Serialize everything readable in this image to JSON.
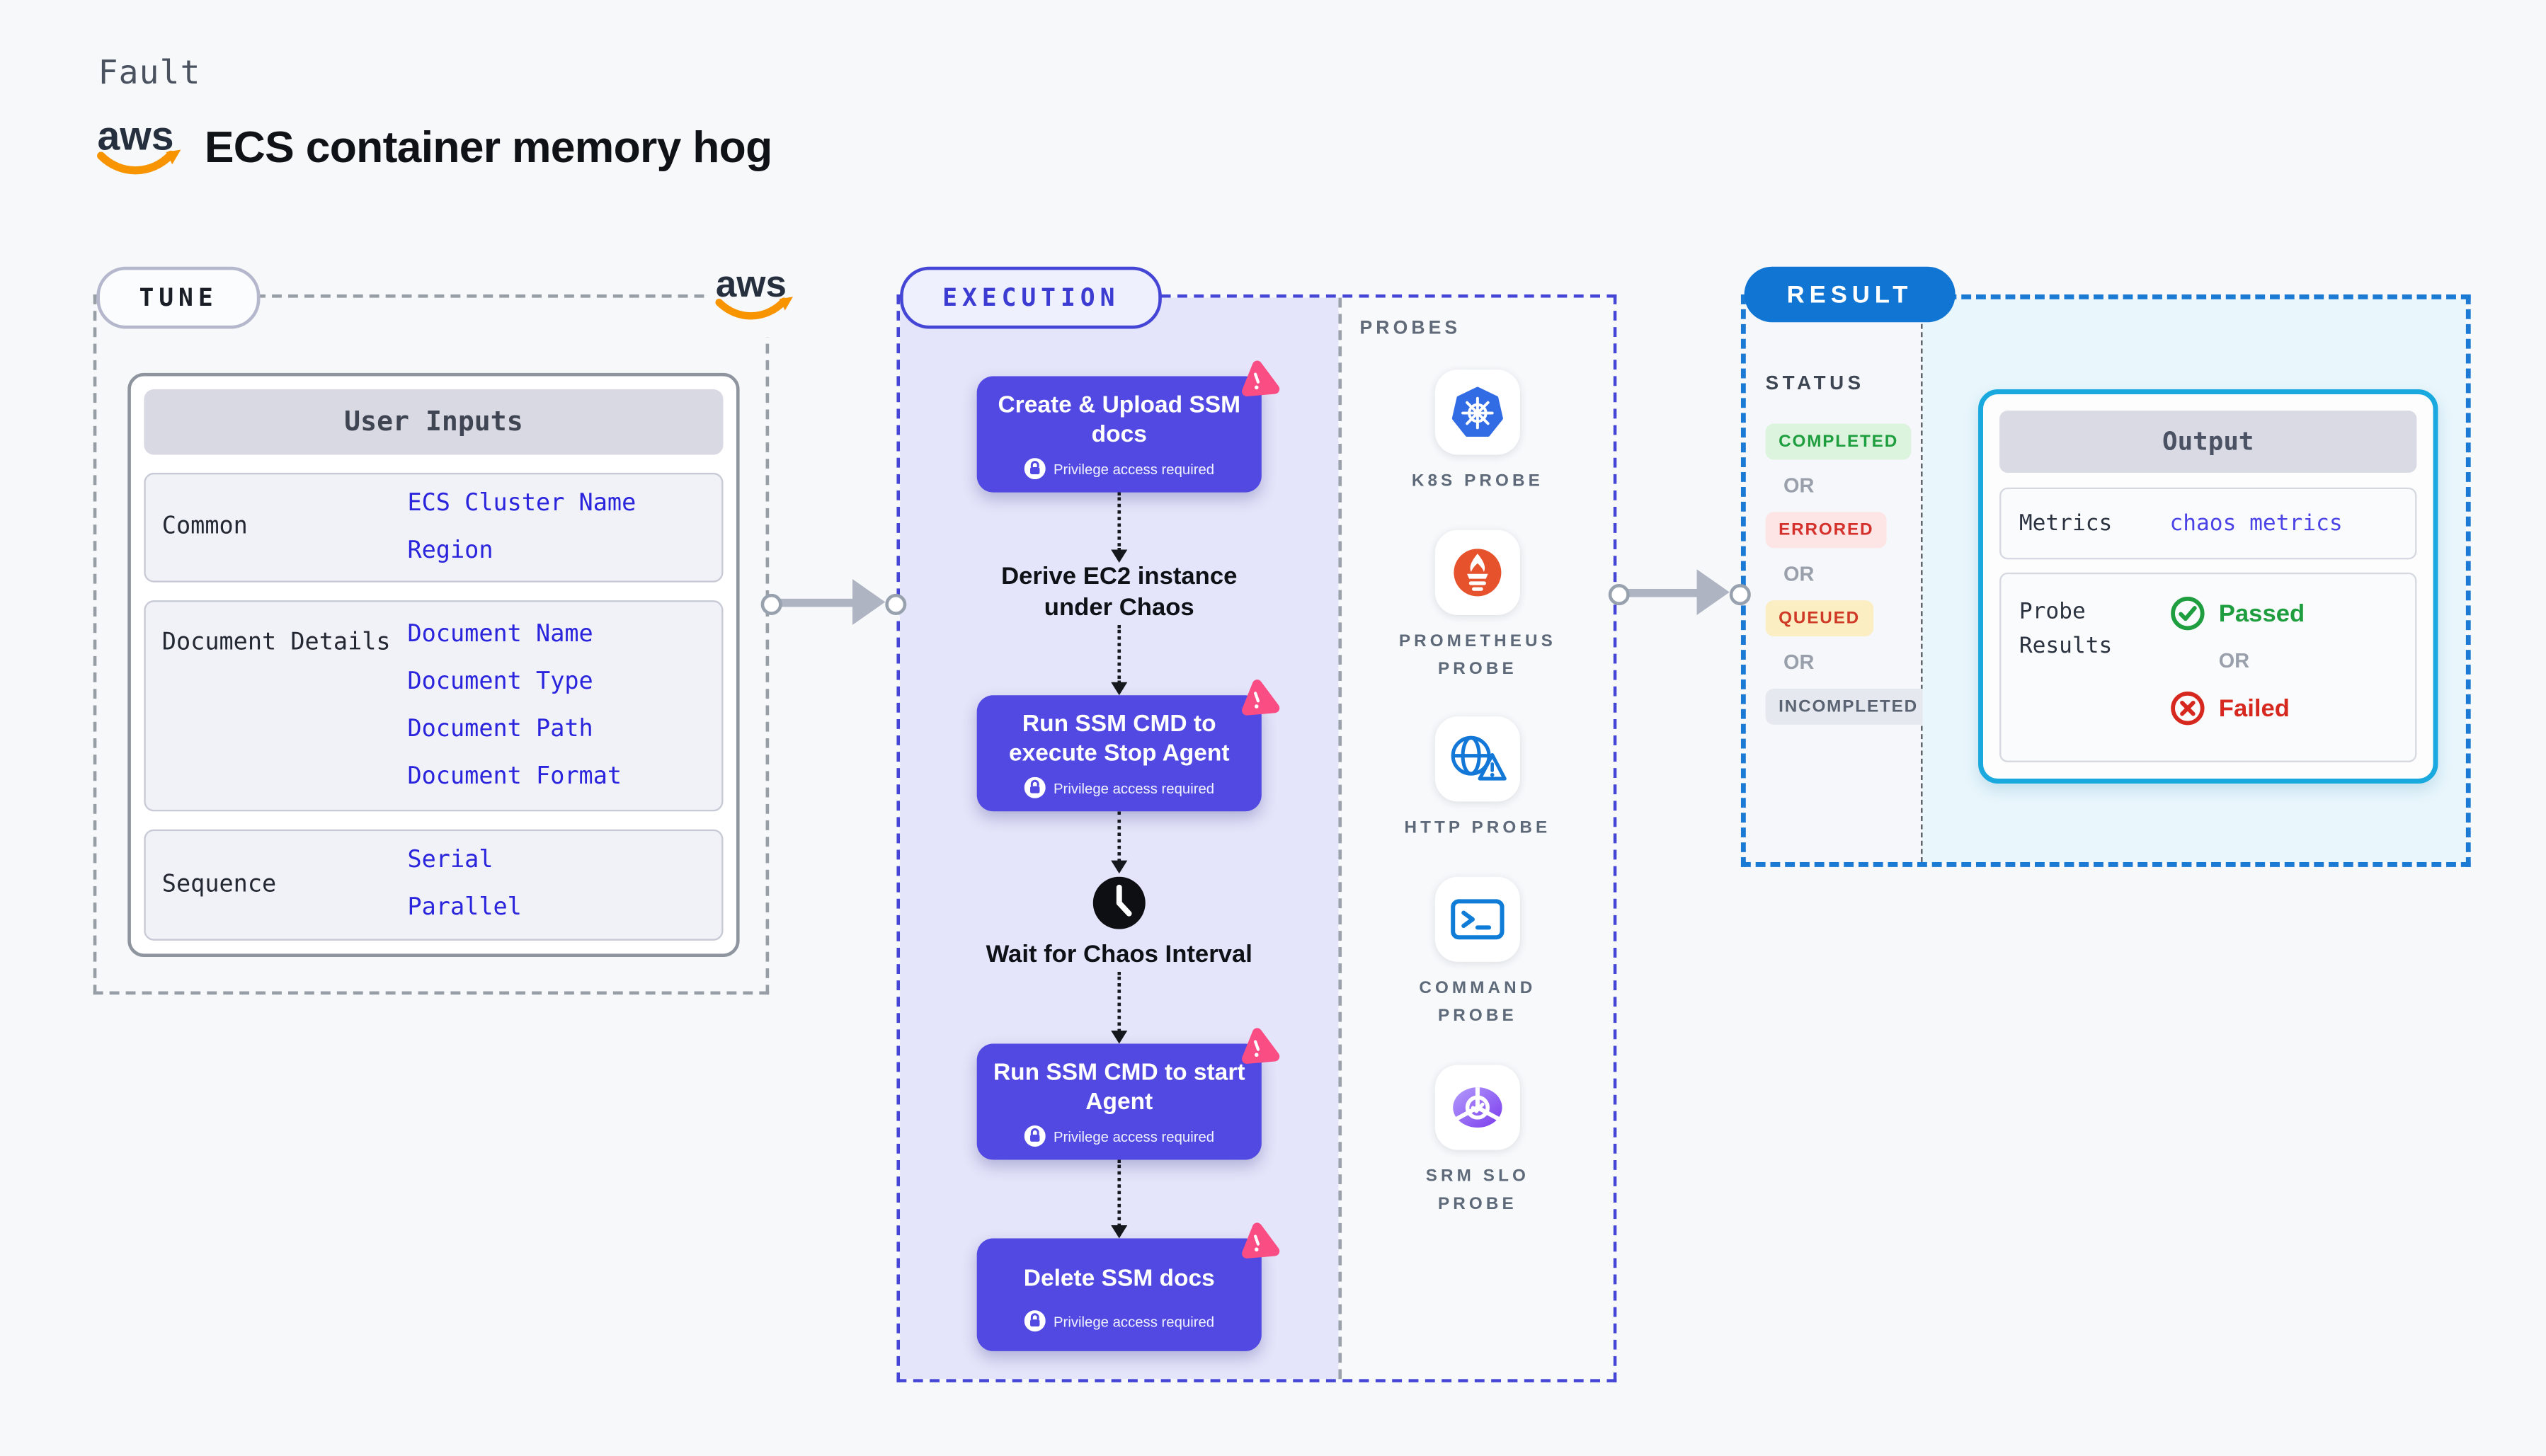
{
  "header": {
    "fault_label": "Fault",
    "title": "ECS container memory hog",
    "aws_logo": "aws"
  },
  "tune": {
    "pill": "TUNE",
    "card": {
      "header": "User Inputs",
      "rows": [
        {
          "label": "Common",
          "values": [
            "ECS Cluster Name",
            "Region"
          ]
        },
        {
          "label": "Document Details",
          "values": [
            "Document Name",
            "Document Type",
            "Document Path",
            "Document Format"
          ]
        },
        {
          "label": "Sequence",
          "values": [
            "Serial",
            "Parallel"
          ]
        }
      ]
    }
  },
  "execution": {
    "pill": "EXECUTION",
    "privilege_label": "Privilege access required",
    "steps": [
      {
        "type": "action",
        "label": "Create & Upload SSM docs",
        "privilege": true
      },
      {
        "type": "text",
        "label": "Derive EC2 instance under Chaos"
      },
      {
        "type": "action",
        "label": "Run SSM CMD to execute Stop Agent",
        "privilege": true
      },
      {
        "type": "wait",
        "label": "Wait for Chaos Interval",
        "icon": "clock-icon"
      },
      {
        "type": "action",
        "label": "Run SSM CMD to start Agent",
        "privilege": true
      },
      {
        "type": "action",
        "label": "Delete SSM docs",
        "privilege": true
      }
    ],
    "probes": {
      "header": "PROBES",
      "items": [
        {
          "label": "K8S PROBE",
          "icon": "kubernetes-icon"
        },
        {
          "label": "PROMETHEUS PROBE",
          "icon": "prometheus-icon"
        },
        {
          "label": "HTTP PROBE",
          "icon": "http-globe-warning-icon"
        },
        {
          "label": "COMMAND PROBE",
          "icon": "terminal-icon"
        },
        {
          "label": "SRM SLO PROBE",
          "icon": "srm-slo-gauge-icon"
        }
      ]
    }
  },
  "result": {
    "pill": "RESULT",
    "status_header": "STATUS",
    "or_label": "OR",
    "statuses": [
      {
        "label": "COMPLETED",
        "bg": "#dcf4dd",
        "fg": "#1f9e40"
      },
      {
        "label": "ERRORED",
        "bg": "#fde5e5",
        "fg": "#d4302c"
      },
      {
        "label": "QUEUED",
        "bg": "#fbeec3",
        "fg": "#cf3a27"
      },
      {
        "label": "INCOMPLETED",
        "bg": "#e6e8ef",
        "fg": "#5a6372"
      }
    ],
    "output": {
      "header": "Output",
      "metrics_label": "Metrics",
      "metrics_value": "chaos metrics",
      "probe_results_label": "Probe Results",
      "passed_label": "Passed",
      "or_label": "OR",
      "failed_label": "Failed"
    }
  },
  "colors": {
    "page_bg": "#f7f8fa",
    "action_purple": "#5149e1",
    "chaos_pink": "#fa4d84",
    "execution_fill": "#e4e4fa",
    "execution_border": "#4545d6",
    "tune_border": "#979ea6",
    "result_border": "#1b7ad3",
    "result_pill_blue": "#1176d3",
    "output_border": "#19a9de",
    "value_blue": "#2a24dd",
    "passed_green": "#1f9e40",
    "failed_red": "#d6281f",
    "kubernetes_blue": "#326ce5",
    "prometheus_orange": "#e6522c",
    "aws_orange": "#f79400"
  }
}
